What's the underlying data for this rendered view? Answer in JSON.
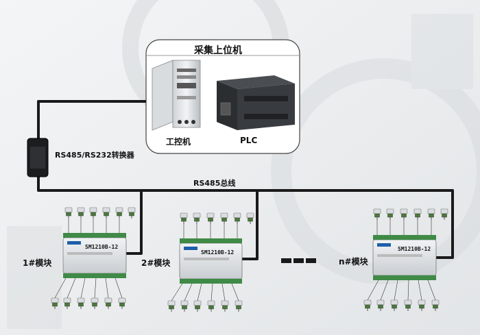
{
  "upper_computer": {
    "title": "采集上位机",
    "ipc_label": "工控机",
    "plc_label": "PLC"
  },
  "converter": {
    "label": "RS485/RS232转换器"
  },
  "bus": {
    "label": "RS485总线"
  },
  "modules": [
    {
      "label": "1#模块",
      "model": "SM1210B-12"
    },
    {
      "label": "2#模块",
      "model": "SM1210B-12"
    },
    {
      "label": "n#模块",
      "model": "SM1210B-12"
    }
  ],
  "colors": {
    "bus_cable": "#1a1a1a",
    "module_body": "#e9ecef",
    "brand_blue": "#1e5fa8"
  }
}
